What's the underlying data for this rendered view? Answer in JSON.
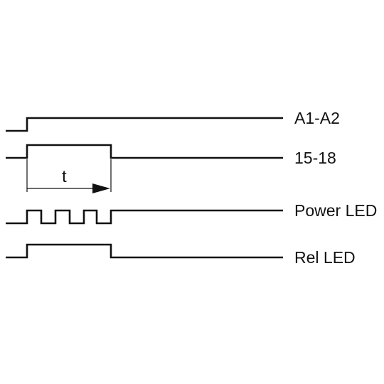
{
  "diagram": {
    "signals": [
      {
        "id": "a1a2",
        "label": "A1-A2"
      },
      {
        "id": "1518",
        "label": "15-18"
      },
      {
        "id": "power",
        "label": "Power LED"
      },
      {
        "id": "rel",
        "label": "Rel LED"
      }
    ],
    "time_label": "t"
  }
}
